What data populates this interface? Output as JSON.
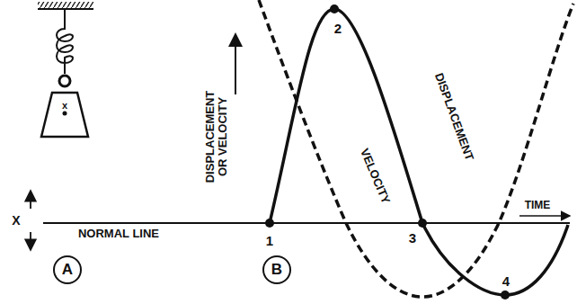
{
  "diagram": {
    "nodes": [
      {
        "text": [
          "A"
        ]
      },
      {
        "text": [
          "B"
        ]
      }
    ],
    "labels": [
      "X",
      "x",
      "NORMAL LINE",
      "DISPLACEMENT OR VELOCITY",
      "1",
      "2",
      "VELOCITY",
      "DISPLACEMENT",
      "3",
      "TIME",
      "4"
    ]
  }
}
